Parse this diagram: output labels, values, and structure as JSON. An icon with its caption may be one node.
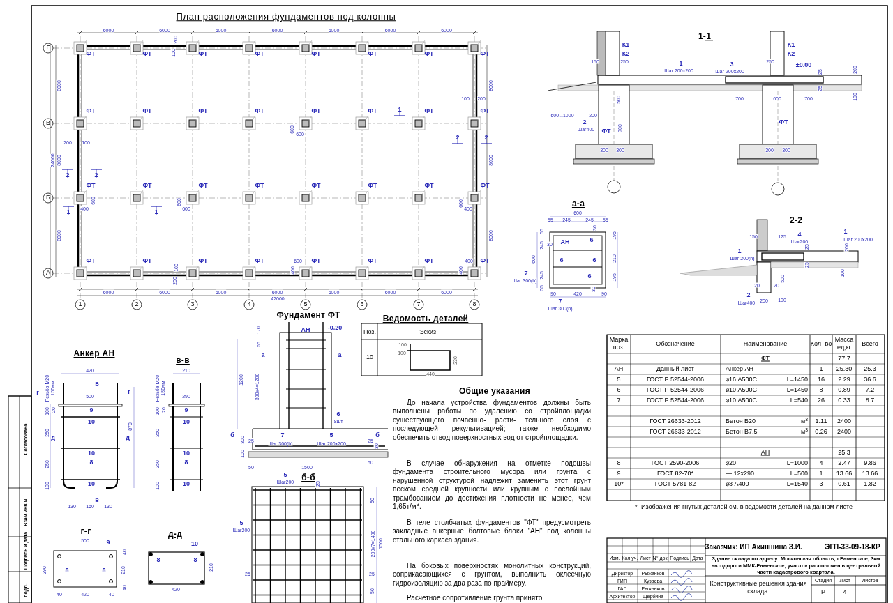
{
  "diagram": {
    "labels": [
      "ФТ",
      "ФТ",
      "ФТ",
      "ФТ",
      "ФТ",
      "ФТ",
      "ФТ",
      "ФТ",
      "ФТ",
      "ФТ",
      "ФТ",
      "ФТ",
      "ФТ",
      "ФТ",
      "ФТ",
      "ФТ",
      "ФТ",
      "ФТ",
      "ФТ",
      "ФТ",
      "ФТ",
      "ФТ",
      "ФТ",
      "ФТ",
      "ФТ",
      "ФТ",
      "ФТ",
      "ФТ",
      "ФТ",
      "ФТ",
      "ФТ",
      "ФТ",
      "1",
      "2",
      "3",
      "4",
      "5",
      "6",
      "7",
      "8",
      "Г",
      "В",
      "Б",
      "А",
      "6000",
      "6000",
      "6000",
      "6000",
      "6000",
      "6000",
      "6000",
      "6000",
      "6000",
      "6000",
      "6000",
      "6000",
      "6000",
      "6000",
      "План расположения фундаментов под колонны",
      "42000",
      "8000",
      "24000",
      "8000",
      "8000",
      "8000",
      "8000",
      "8000",
      "200",
      "100",
      "100",
      "200",
      "200",
      "100",
      "600",
      "600",
      "1",
      "2",
      "2",
      "2",
      "2",
      "600",
      "400",
      "1",
      "1",
      "600",
      "600",
      "600",
      "400",
      "100",
      "200",
      "400",
      "600",
      "400",
      "400",
      "1-1",
      "К1",
      "К2",
      "150",
      "250",
      "1",
      "Шаг 200x200",
      "3",
      "Шаг 200x200",
      "К1",
      "К2",
      "250",
      "±0.00",
      "200",
      "25",
      "25",
      "100",
      "700",
      "600",
      "700",
      "500",
      "600...1000",
      "200",
      "2",
      "Шаг400",
      "ФТ",
      "700",
      "ФТ",
      "300",
      "300",
      "300",
      "300",
      "а-а",
      "600",
      "55",
      "245",
      "245",
      "55",
      "30",
      "55",
      "245",
      "600",
      "245",
      "55",
      "30",
      "АН",
      "6",
      "6",
      "6",
      "6",
      "195",
      "210",
      "195",
      "7",
      "Шаг 300(h)",
      "90",
      "420",
      "30",
      "90",
      "7",
      "Шаг 300(h)",
      "2-2",
      "150",
      "125",
      "4",
      "Шаг200",
      "1",
      "Шаг 200x200",
      "200",
      "25",
      "25",
      "100",
      "1",
      "Шаг 200(h)",
      "500",
      "20",
      "20",
      "2",
      "Шаг400",
      "200",
      "100",
      "Анкер АН",
      "420",
      "в",
      "г",
      "Резьба М20",
      "150мм",
      "г",
      "500",
      "100",
      "20",
      "9",
      "10",
      "870",
      "250",
      "д",
      "д",
      "10",
      "8",
      "250",
      "10",
      "100",
      "в",
      "130",
      "160",
      "130",
      "в-в",
      "210",
      "Резьба М20",
      "150мм",
      "290",
      "100",
      "20",
      "9",
      "10",
      "250",
      "10",
      "8",
      "250",
      "10",
      "100",
      "г-г",
      "500",
      "9",
      "40",
      "290",
      "8",
      "8",
      "210",
      "40",
      "40",
      "420",
      "40",
      "д-д",
      "10",
      "8",
      "8",
      "210",
      "420",
      "Фундамент ФТ",
      "АН",
      "-0.20",
      "170",
      "55",
      "а",
      "а",
      "1200",
      "300x4=1200",
      "6",
      "8шт",
      "б",
      "300",
      "25",
      "7",
      "Шаг 300(h)",
      "5",
      "Шаг 200x200",
      "25",
      "б",
      "30",
      "100",
      "50",
      "1500",
      "50",
      "5",
      "Шаг200",
      "б-б",
      "25",
      "5",
      "Шаг200",
      "25",
      "50",
      "200x7=1400",
      "1500",
      "25",
      "50",
      "Ведомость деталей",
      "Поз.",
      "Эскиз",
      "10",
      "100",
      "100",
      "230",
      "440",
      "Общие указания",
      "До начала устройства фундаментов должны быть выполнены работы по удалению со стройплощадки существующего почвенно- расти- тельного слоя с последующей рекультивацией; также необходимо обеспечить отвод поверхностных вод от стройплощадки.",
      "В случае обнаружения на отметке подошвы фундамента строительного мусора или грунта с нарушенной структурой надлежит заменить этот грунт песком средней крупности или крупным с послойным трамбованием до достижения плотности не менее, чем 1,65т/м$^{3}$.",
      "В теле столбчатых фундаментов \"ФТ\" предусмотреть закладные анкерные болтовые блоки \"АН\" под колонны стального каркаса здания.",
      "На боковых поверхностях монолитных конструкций, соприкасающихся с грунтом, выполнить оклеечную гидроизоляцию за два раза по праймеру.",
      "Расчетное сопротивление грунта принято",
      "Марка поз.",
      "Обозначение",
      "Наименование",
      "Кол- во",
      "Масса ед,кг",
      "Всего",
      "ФТ",
      "77.7",
      "АН",
      "Данный лист",
      "Анкер АН",
      "1",
      "25.30",
      "25.3",
      "5",
      "ГОСТ Р 52544-2006",
      "⌀16 А500С",
      "L=1450",
      "16",
      "2.29",
      "36.6",
      "6",
      "ГОСТ Р 52544-2006",
      "⌀10 А500С",
      "L=1450",
      "8",
      "0.89",
      "7.2",
      "7",
      "ГОСТ Р 52544-2006",
      "⌀10 А500С",
      "L=540",
      "26",
      "0.33",
      "8.7",
      "ГОСТ 26633-2012",
      "Бетон В20",
      "м$^{3}$",
      "1.11",
      "2400",
      "ГОСТ 26633-2012",
      "Бетон В7.5",
      "м$^{3}$",
      "0.26",
      "2400",
      "АН",
      "25.3",
      "8",
      "ГОСТ 2590-2006",
      "⌀20",
      "L=1000",
      "4",
      "2.47",
      "9.86",
      "9",
      "ГОСТ 82-70*",
      "— 12x290",
      "L=500",
      "1",
      "13.66",
      "13.66",
      "10*",
      "ГОСТ 5781-82",
      "⌀8 А400",
      "L=1540",
      "3",
      "0.61",
      "1.82",
      "* -Изображения гнутых деталей см. в ведомости деталей на данном листе",
      "Заказчик: ИП Акиншина З.И.",
      "ЭГП-33-09-18-КР",
      "Здание склада по адресу: Московская область, г.Раменское, 3км автодороги ММК-Раменское, участок расположен в центральной части кадастрового квартала.",
      "Конструктивные решения здания склада.",
      "Стадия",
      "Лист",
      "Листов",
      "Р",
      "4",
      "Изм.",
      "Кол.уч.",
      "Лист",
      "N° док.",
      "Подпись",
      "Дата",
      "Директор",
      "Рыжанков",
      "ГИП",
      "Кузаева",
      "ГАП",
      "Рыжанков",
      "Архитектор",
      "Щербина",
      "Согласовано",
      "Взам.инв.N",
      "Подпись и дата",
      "подл."
    ]
  }
}
